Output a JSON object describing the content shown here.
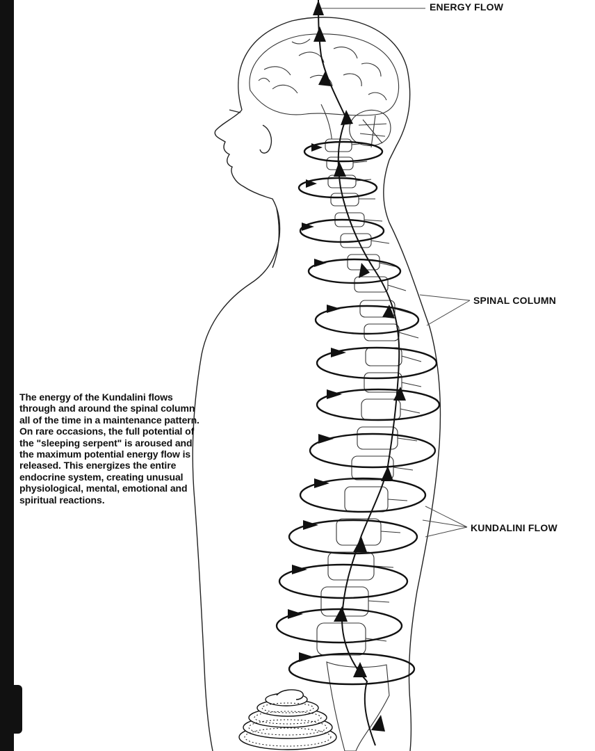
{
  "labels": {
    "energy_flow": "ENERGY FLOW",
    "spinal_column": "SPINAL COLUMN",
    "kundalini_flow": "KUNDALINI FLOW"
  },
  "description": "The energy of the Kundalini flows through and around the spinal column all of the time in a maintenance pattern. On rare occasions, the full potential of the \"sleeping serpent\" is aroused and the maximum potential energy flow is released. This energizes the entire endocrine system, creating unusual physiological, mental, emotional and spiritual reactions.",
  "colors": {
    "ink": "#111111",
    "background": "#ffffff",
    "frame": "#111111"
  },
  "icons": {
    "figure": "human-figure-outline",
    "spine": "spine-vertebrae",
    "coil": "coiled-serpent-icon"
  }
}
